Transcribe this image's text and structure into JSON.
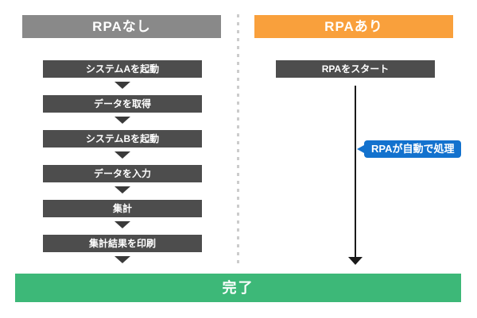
{
  "left_column": {
    "header": "RPAなし",
    "steps": [
      "システムAを起動",
      "データを取得",
      "システムBを起動",
      "データを入力",
      "集計",
      "集計結果を印刷"
    ]
  },
  "right_column": {
    "header": "RPAあり",
    "start_step": "RPAをスタート",
    "process_label": "RPAが自動で処理"
  },
  "footer": {
    "label": "完了"
  },
  "colors": {
    "left_header_bg": "#898989",
    "right_header_bg": "#f9a03c",
    "step_bg": "#4d4d4d",
    "arrow": "#3a3a3a",
    "process_label_bg": "#1372ce",
    "flow_line": "#1a1a1a",
    "divider": "#cccccc",
    "footer_bg": "#3db878",
    "text": "#ffffff"
  }
}
